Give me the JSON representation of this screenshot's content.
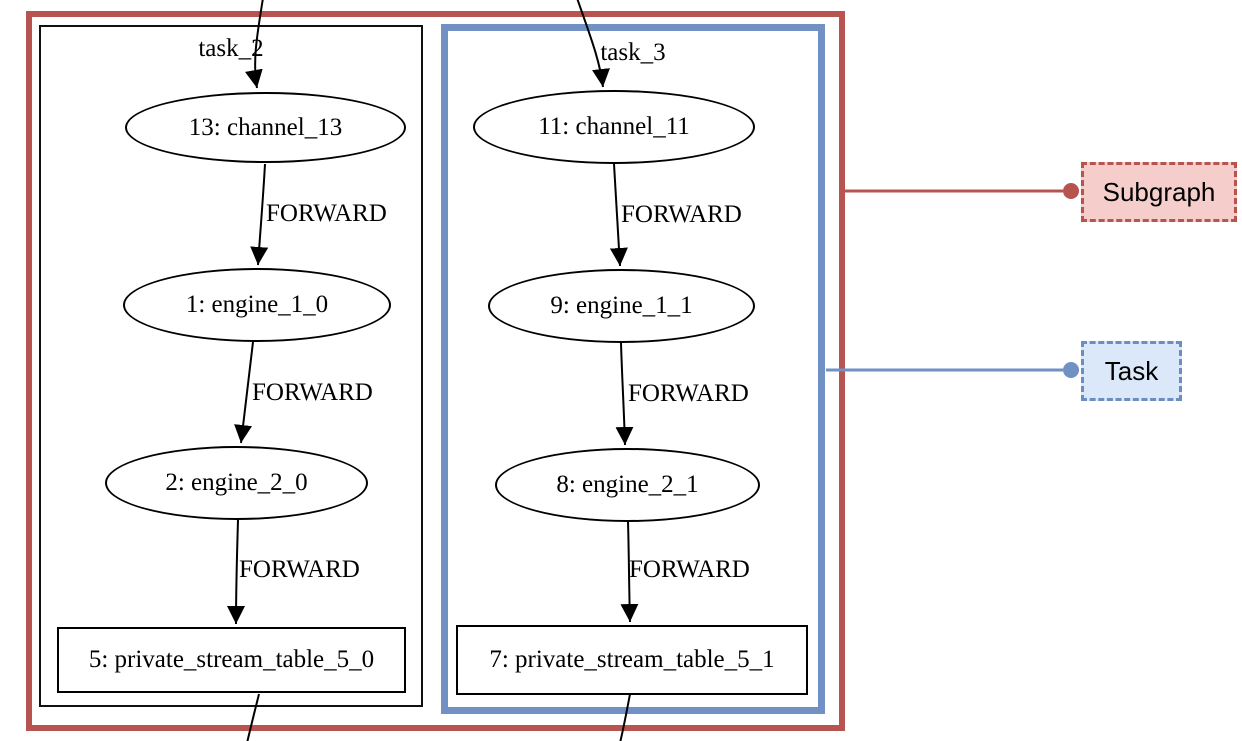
{
  "diagram": {
    "clusters": {
      "task_2": {
        "label": "task_2"
      },
      "task_3": {
        "label": "task_3"
      }
    },
    "nodes": [
      {
        "label": "13: channel_13",
        "shape": "ellipse",
        "cluster": "task_2"
      },
      {
        "label": "1: engine_1_0",
        "shape": "ellipse",
        "cluster": "task_2"
      },
      {
        "label": "2: engine_2_0",
        "shape": "ellipse",
        "cluster": "task_2"
      },
      {
        "label": "5: private_stream_table_5_0",
        "shape": "box",
        "cluster": "task_2"
      },
      {
        "label": "11: channel_11",
        "shape": "ellipse",
        "cluster": "task_3"
      },
      {
        "label": "9: engine_1_1",
        "shape": "ellipse",
        "cluster": "task_3"
      },
      {
        "label": "8: engine_2_1",
        "shape": "ellipse",
        "cluster": "task_3"
      },
      {
        "label": "7: private_stream_table_5_1",
        "shape": "box",
        "cluster": "task_3"
      }
    ],
    "edges": [
      {
        "from": "13: channel_13",
        "to": "1: engine_1_0",
        "label": "FORWARD"
      },
      {
        "from": "1: engine_1_0",
        "to": "2: engine_2_0",
        "label": "FORWARD"
      },
      {
        "from": "2: engine_2_0",
        "to": "5: private_stream_table_5_0",
        "label": "FORWARD"
      },
      {
        "from": "11: channel_11",
        "to": "9: engine_1_1",
        "label": "FORWARD"
      },
      {
        "from": "9: engine_1_1",
        "to": "8: engine_2_1",
        "label": "FORWARD"
      },
      {
        "from": "8: engine_2_1",
        "to": "7: private_stream_table_5_1",
        "label": "FORWARD"
      }
    ],
    "legend": {
      "subgraph_label": "Subgraph",
      "task_label": "Task"
    },
    "colors": {
      "subgraph_border": "#b85450",
      "subgraph_fill": "#f5cecc",
      "task_cluster_border": "#7191c4",
      "task_legend_border": "#6c8ebf",
      "task_fill": "#dbe8fa",
      "edge": "#000000"
    }
  }
}
